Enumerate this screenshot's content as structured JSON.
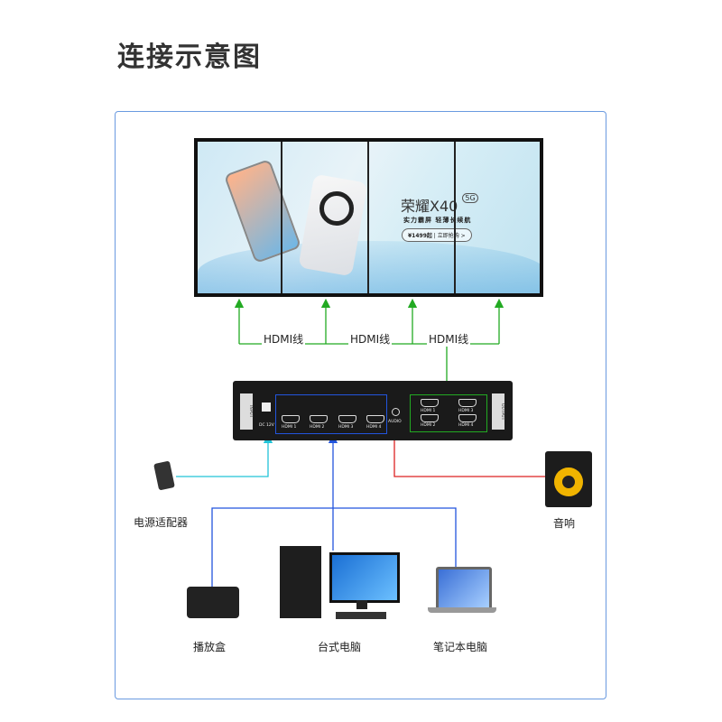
{
  "title": "连接示意图",
  "video_wall": {
    "brand": "荣耀X40",
    "brand_badge": "5G",
    "slogan": "实力霸屏 轻薄长续航",
    "price": "¥1499起",
    "cta": "立即抢购 >"
  },
  "cables": {
    "hdmi_labels": [
      "HDMI线",
      "HDMI线",
      "HDMI线"
    ]
  },
  "device": {
    "input_label": "INPUT",
    "output_label": "OUTPUT",
    "dc_label": "DC 12V",
    "audio_label": "AUDIO",
    "inputs": [
      "HDMI 1",
      "HDMI 2",
      "HDMI 3",
      "HDMI 4"
    ],
    "outputs": [
      "HDMI 1",
      "HDMI 3",
      "HDMI 2",
      "HDMI 4"
    ]
  },
  "peripherals": {
    "power": "电源适配器",
    "speaker": "音响",
    "player": "播放盒",
    "desktop": "台式电脑",
    "laptop": "笔记本电脑"
  },
  "colors": {
    "hdmi_out": "#22aa22",
    "power": "#22c4d8",
    "hdmi_in": "#2255dd",
    "audio": "#dd2222"
  }
}
